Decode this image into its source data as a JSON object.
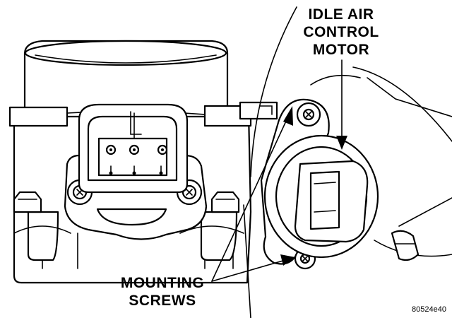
{
  "labels": {
    "idle_air_control_motor": [
      "IDLE AIR",
      "CONTROL",
      "MOTOR"
    ],
    "mounting_screws": [
      "MOUNTING",
      "SCREWS"
    ]
  },
  "figure_code": "80524e40",
  "colors": {
    "ink": "#000000",
    "paper": "#ffffff"
  }
}
